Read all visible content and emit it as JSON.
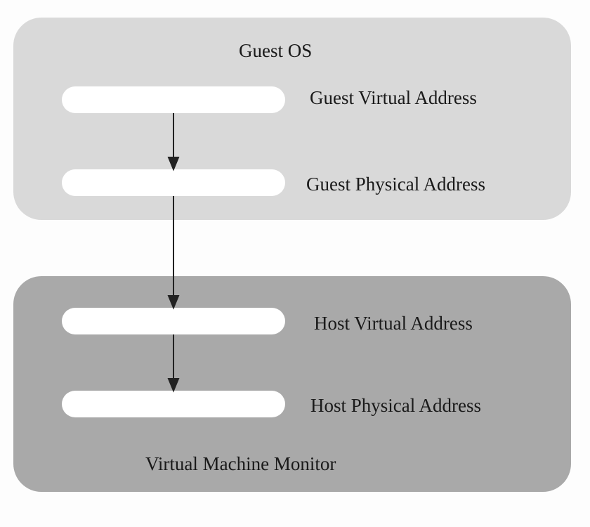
{
  "regions": {
    "guest_os": {
      "label": "Guest OS",
      "color": "#d9d9d9"
    },
    "vmm": {
      "label": "Virtual Machine Monitor",
      "color": "#a9a9a9"
    }
  },
  "address_layers": [
    {
      "id": "gva",
      "label": "Guest Virtual Address"
    },
    {
      "id": "gpa",
      "label": "Guest Physical Address"
    },
    {
      "id": "hva",
      "label": "Host Virtual Address"
    },
    {
      "id": "hpa",
      "label": "Host Physical Address"
    }
  ],
  "translations": [
    {
      "from": "gva",
      "to": "gpa"
    },
    {
      "from": "gpa",
      "to": "hva"
    },
    {
      "from": "hva",
      "to": "hpa"
    }
  ]
}
